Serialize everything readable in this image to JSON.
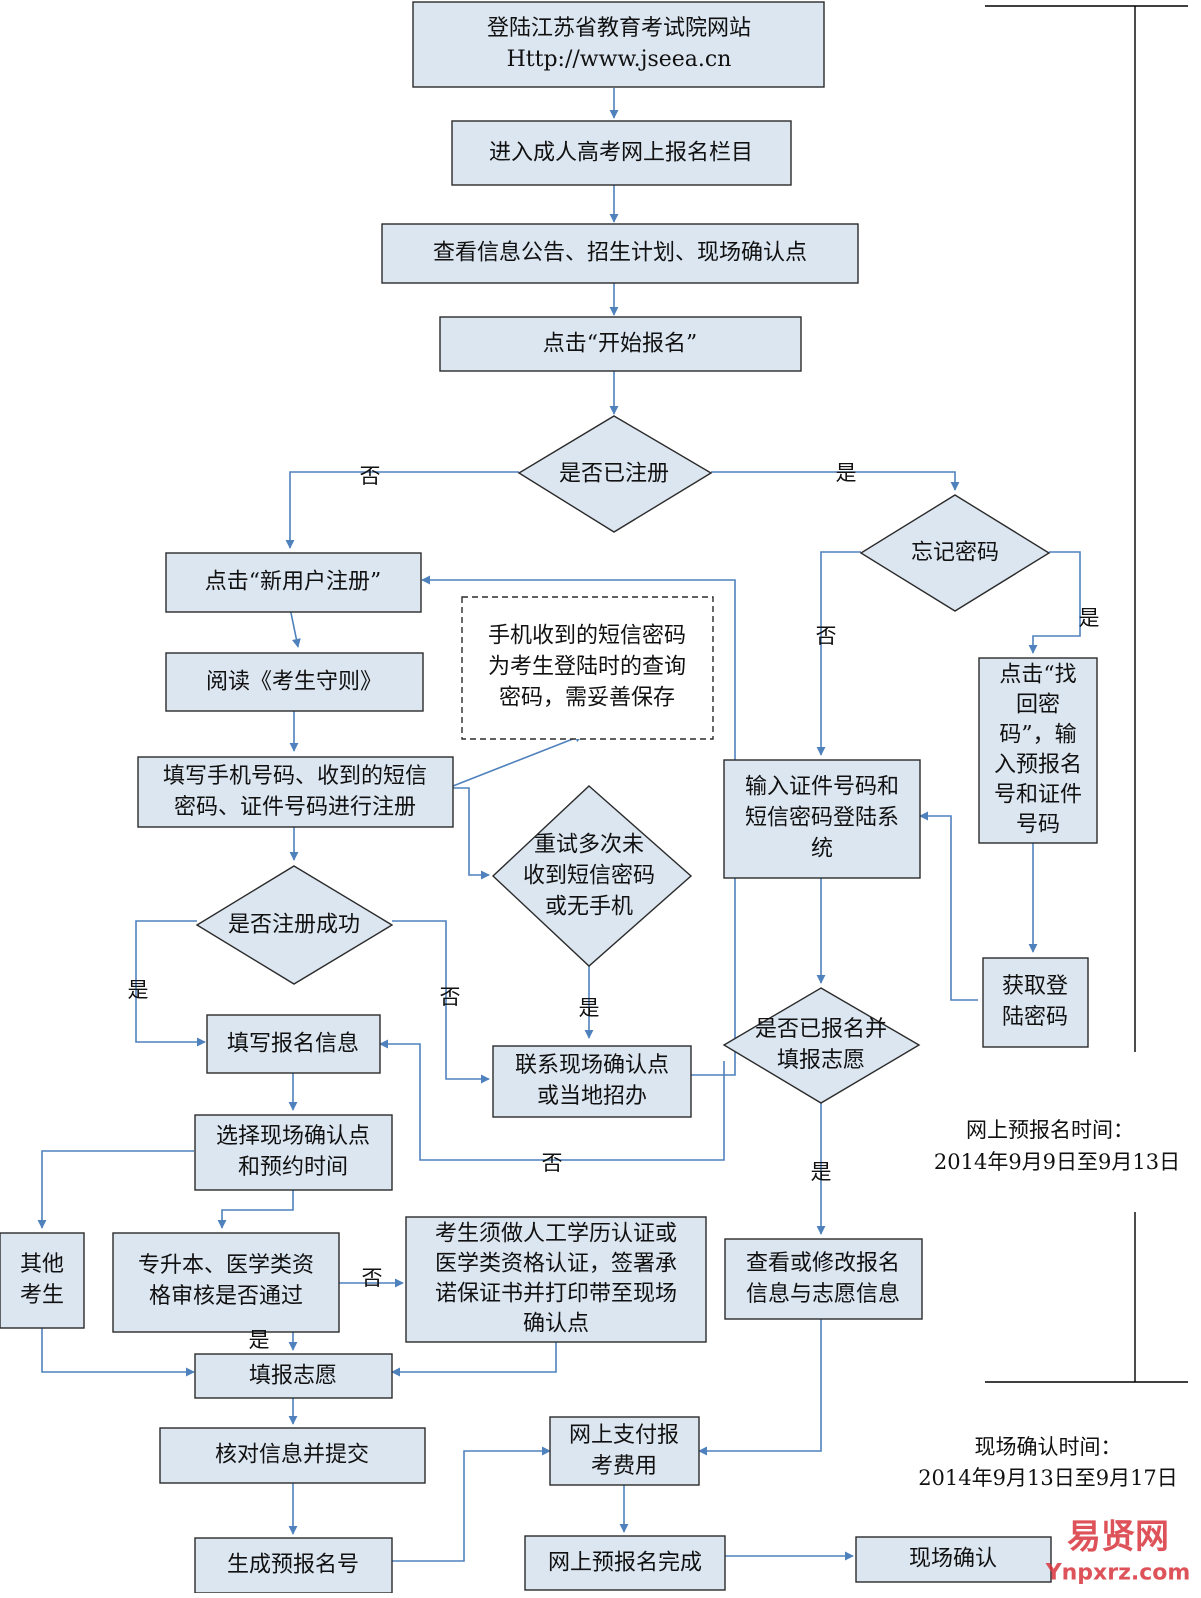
{
  "nodes": {
    "login": [
      "登陆江苏省教育考试院网站",
      "Http://www.jseea.cn"
    ],
    "enter_column": [
      "进入成人高考网上报名栏目"
    ],
    "view_info": [
      "查看信息公告、招生计划、现场确认点"
    ],
    "click_start": [
      "点击“开始报名”"
    ],
    "is_registered": [
      "是否已注册"
    ],
    "forgot_password": [
      "忘记密码"
    ],
    "click_new_user": [
      "点击“新用户注册”"
    ],
    "read_rules": [
      "阅读《考生守则》"
    ],
    "sms_note": [
      "手机收到的短信密码",
      "为考生登陆时的查询",
      "密码，需妥善保存"
    ],
    "fill_phone": [
      "填写手机号码、收到的短信",
      "密码、证件号码进行注册"
    ],
    "retry_sms": [
      "重试多次未",
      "收到短信密码",
      "或无手机"
    ],
    "register_success": [
      "是否注册成功"
    ],
    "fill_signup": [
      "填写报名信息"
    ],
    "contact_site": [
      "联系现场确认点",
      "或当地招办"
    ],
    "enter_id_login": [
      "输入证件号码和",
      "短信密码登陆系",
      "统"
    ],
    "find_password": [
      "点击“找",
      "回密",
      "码”，输",
      "入预报名",
      "号和证件",
      "号码"
    ],
    "get_password": [
      "获取登",
      "陆密码"
    ],
    "already_signed": [
      "是否已报名并",
      "填报志愿"
    ],
    "choose_site": [
      "选择现场确认点",
      "和预约时间"
    ],
    "other_candidates": [
      "其他",
      "考生"
    ],
    "special_review": [
      "专升本、医学类资",
      "格审核是否通过"
    ],
    "manual_cert": [
      "考生须做人工学历认证或",
      "医学类资格认证，签署承",
      "诺保证书并打印带至现场",
      "确认点"
    ],
    "view_modify": [
      "查看或修改报名",
      "信息与志愿信息"
    ],
    "fill_wishes": [
      "填报志愿"
    ],
    "verify_submit": [
      "核对信息并提交"
    ],
    "pay_online": [
      "网上支付报",
      "考费用"
    ],
    "gen_number": [
      "生成预报名号"
    ],
    "prereg_done": [
      "网上预报名完成"
    ],
    "onsite_confirm": [
      "现场确认"
    ]
  },
  "edge_labels": {
    "reg_no": "否",
    "reg_yes": "是",
    "forgot_no": "否",
    "forgot_yes": "是",
    "success_yes": "是",
    "success_no": "否",
    "retry_yes": "是",
    "signed_no": "否",
    "signed_yes": "是",
    "review_no": "否",
    "review_yes": "是"
  },
  "notes": {
    "online_label": "网上预报名时间：",
    "online_range": "2014年9月9日至9月13日",
    "onsite_label": "现场确认时间：",
    "onsite_range": "2014年9月13日至9月17日"
  },
  "watermark": {
    "brand": "易贤网",
    "domain": "Ynpxrz.com"
  },
  "colors": {
    "box_fill": "#dce6f1",
    "connector": "#4f81bd",
    "border": "#2b2b2b"
  }
}
